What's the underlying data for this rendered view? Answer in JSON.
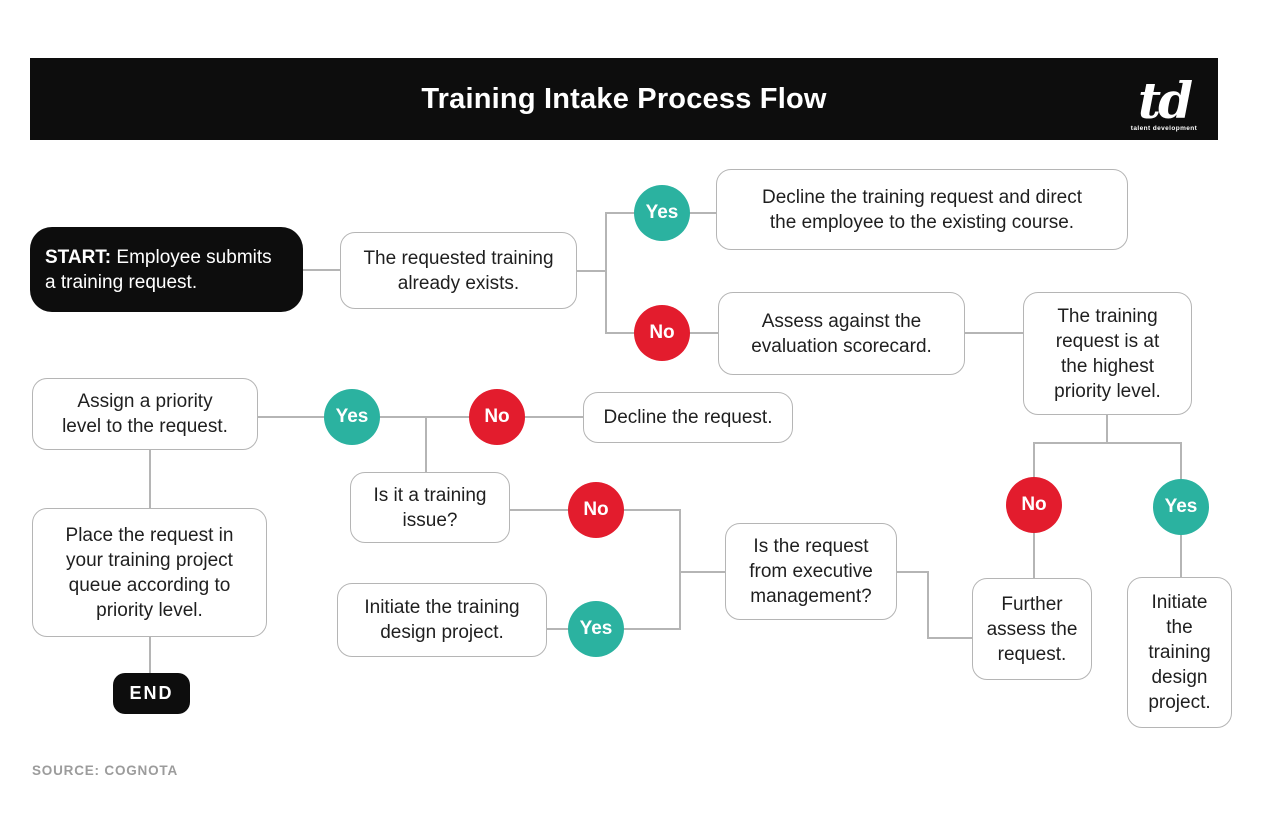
{
  "header": {
    "title": "Training Intake Process Flow",
    "logo": {
      "mark": "td",
      "tagline": "talent development"
    }
  },
  "labels": {
    "yes": "Yes",
    "no": "No"
  },
  "nodes": {
    "start": {
      "prefix": "START:",
      "rest": " Employee submits\na training request."
    },
    "exists": {
      "text": "The requested training\nalready exists."
    },
    "decline_direct": {
      "text": "Decline the training request and direct\nthe employee to the existing course."
    },
    "assess_scorecard": {
      "text": "Assess against the\nevaluation scorecard."
    },
    "highest_priority": {
      "text": "The training\nrequest is at\nthe highest\npriority level."
    },
    "assign_priority": {
      "text": "Assign a priority\nlevel to the request."
    },
    "decline_request": {
      "text": "Decline the request."
    },
    "training_issue": {
      "text": "Is it a training\nissue?"
    },
    "initiate_left": {
      "text": "Initiate the training\ndesign project."
    },
    "exec_mgmt": {
      "text": "Is the request\nfrom executive\nmanagement?"
    },
    "place_queue": {
      "text": "Place the request in\nyour training project\nqueue according to\npriority level."
    },
    "end": {
      "text": "END"
    },
    "further_assess": {
      "text": "Further\nassess the\nrequest."
    },
    "initiate_right": {
      "text": "Initiate\nthe\ntraining\ndesign\nproject."
    }
  },
  "footer": {
    "source": "SOURCE: COGNOTA"
  },
  "colors": {
    "yes": "#2bb2a0",
    "no": "#e31c2d",
    "node_black": "#0d0d0d",
    "line": "#b5b5b5",
    "text": "#1f1f1f"
  }
}
